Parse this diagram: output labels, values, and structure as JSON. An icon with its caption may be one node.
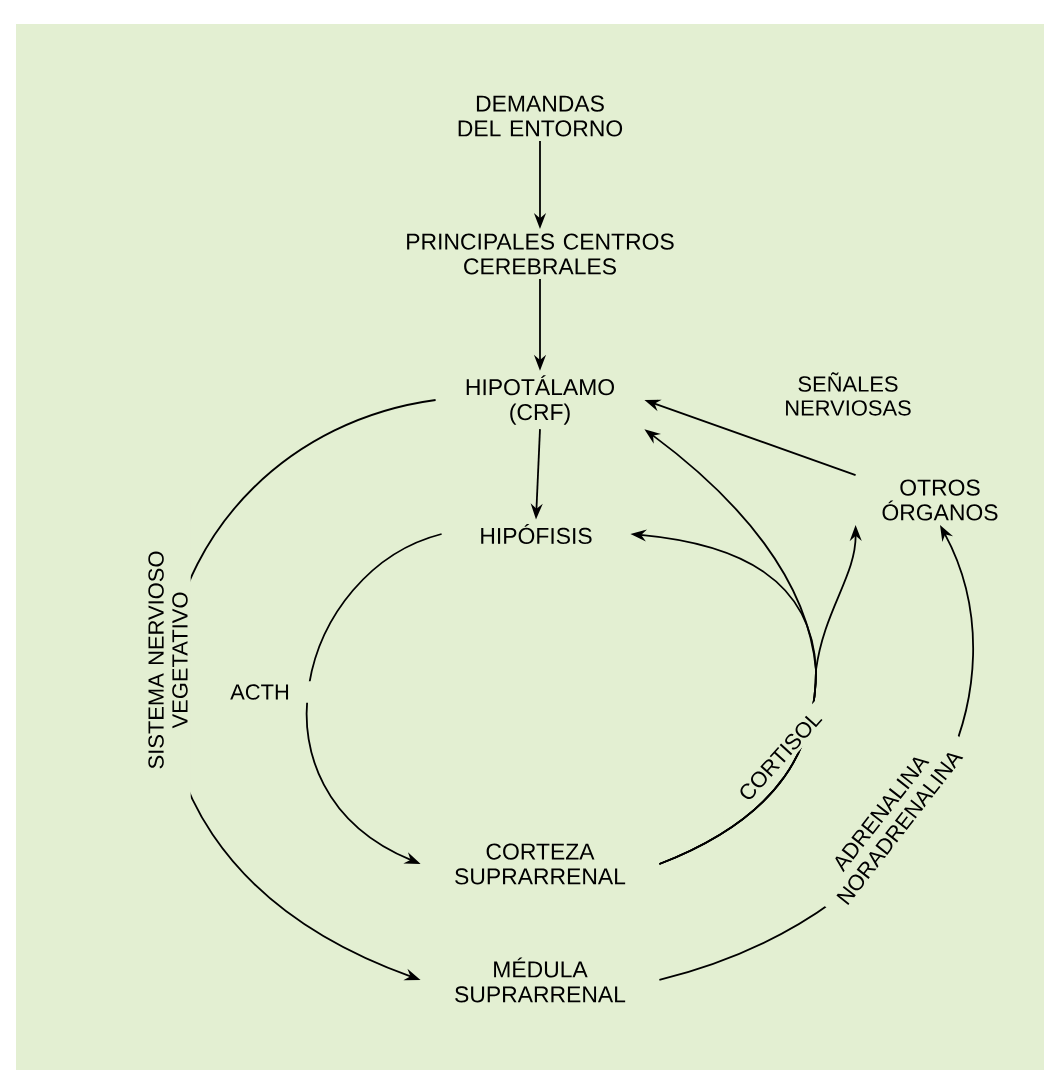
{
  "diagram": {
    "nodes": [
      {
        "text": [
          "DEMANDAS DEL ENTORNO"
        ]
      },
      {
        "text": [
          "PRINCIPALES CENTROS CEREBRALES"
        ]
      },
      {
        "text": [
          "HIPOTÁLAMO (CRF)"
        ]
      },
      {
        "text": [
          "OTROS ÓRGANOS"
        ]
      },
      {
        "text": [
          "HIPÓFISIS"
        ]
      },
      {
        "text": [
          "CORTEZA SUPRARRENAL"
        ]
      },
      {
        "text": [
          "MÉDULA SUPRARRENAL"
        ]
      }
    ],
    "edges": [
      {
        "from": 0,
        "to": 1,
        "arrow": "to"
      },
      {
        "from": 1,
        "to": 2,
        "arrow": "to"
      },
      {
        "from": 2,
        "to": 4,
        "arrow": "to"
      },
      {
        "from": 4,
        "to": 5,
        "arrow": "to",
        "label": "ACTH"
      },
      {
        "from": 5,
        "to": 4,
        "arrow": "to",
        "label": "CORTISOL"
      },
      {
        "from": 5,
        "to": 2,
        "arrow": "to"
      },
      {
        "from": 5,
        "to": 3,
        "arrow": "to"
      },
      {
        "from": 2,
        "to": 6,
        "arrow": "to",
        "label": "SISTEMA NERVIOSO VEGETATIVO"
      },
      {
        "from": 6,
        "to": 3,
        "arrow": "to",
        "label": "ADRENALINA NORADRENALINA"
      },
      {
        "from": 3,
        "to": 2,
        "arrow": "to",
        "label": "SEÑALES NERVIOSAS"
      }
    ]
  }
}
